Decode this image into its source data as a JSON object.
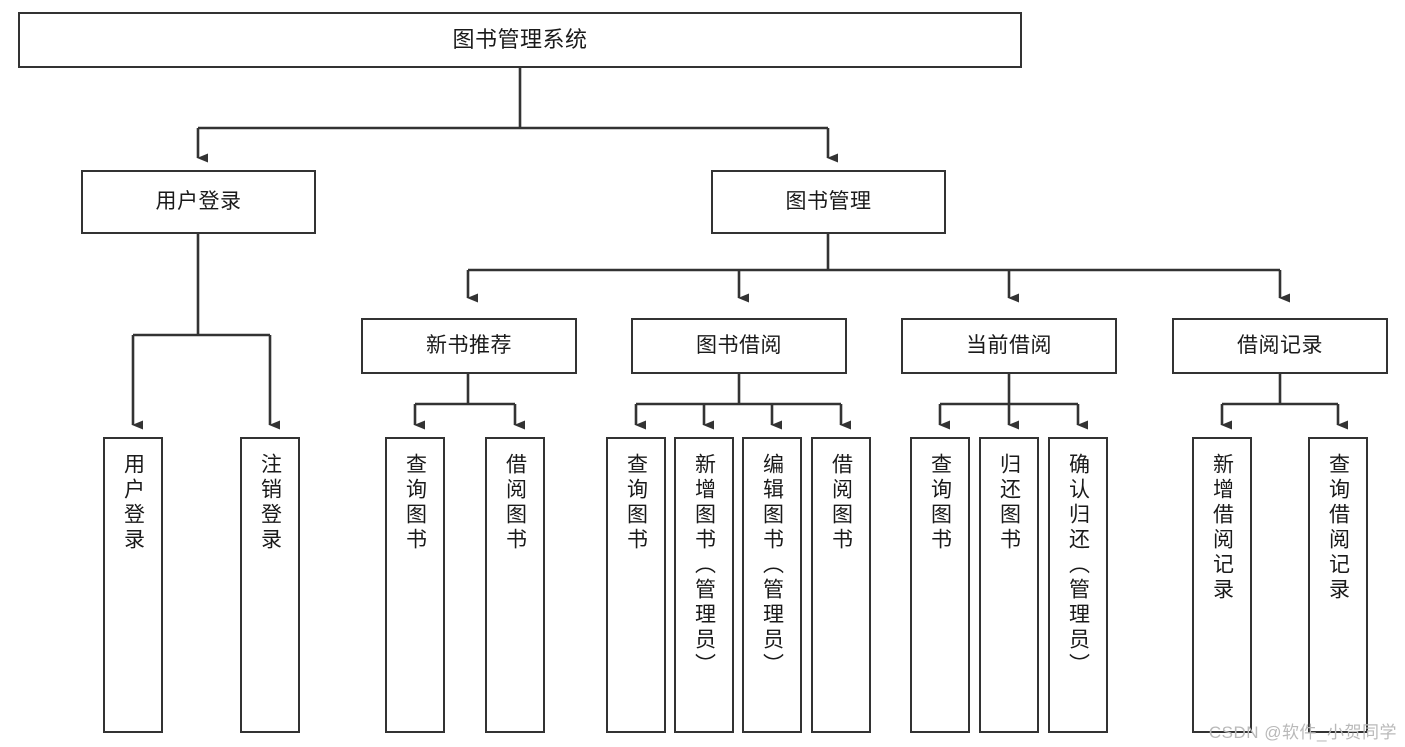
{
  "diagram": {
    "title": "图书管理系统",
    "type": "tree-hierarchy",
    "colors": {
      "node_border": "#333333",
      "node_fill": "#ffffff",
      "edge": "#333333",
      "text": "#1a1a1a",
      "watermark": "#b9b9b9",
      "background": "#ffffff"
    },
    "root": {
      "label": "图书管理系统"
    },
    "level1": [
      {
        "label": "用户登录"
      },
      {
        "label": "图书管理"
      }
    ],
    "level2": [
      {
        "label": "新书推荐"
      },
      {
        "label": "图书借阅"
      },
      {
        "label": "当前借阅"
      },
      {
        "label": "借阅记录"
      }
    ],
    "leaves": {
      "user_login": [
        {
          "label": "用户登录"
        },
        {
          "label": "注销登录"
        }
      ],
      "new_book_recommend": [
        {
          "label": "查询图书"
        },
        {
          "label": "借阅图书"
        }
      ],
      "book_borrow": [
        {
          "label": "查询图书"
        },
        {
          "label": "新增图书（管理员）"
        },
        {
          "label": "编辑图书（管理员）"
        },
        {
          "label": "借阅图书"
        }
      ],
      "current_borrow": [
        {
          "label": "查询图书"
        },
        {
          "label": "归还图书"
        },
        {
          "label": "确认归还（管理员）"
        }
      ],
      "borrow_record": [
        {
          "label": "新增借阅记录"
        },
        {
          "label": "查询借阅记录"
        }
      ]
    }
  },
  "watermark": {
    "text": "CSDN @软件_小贺同学"
  }
}
